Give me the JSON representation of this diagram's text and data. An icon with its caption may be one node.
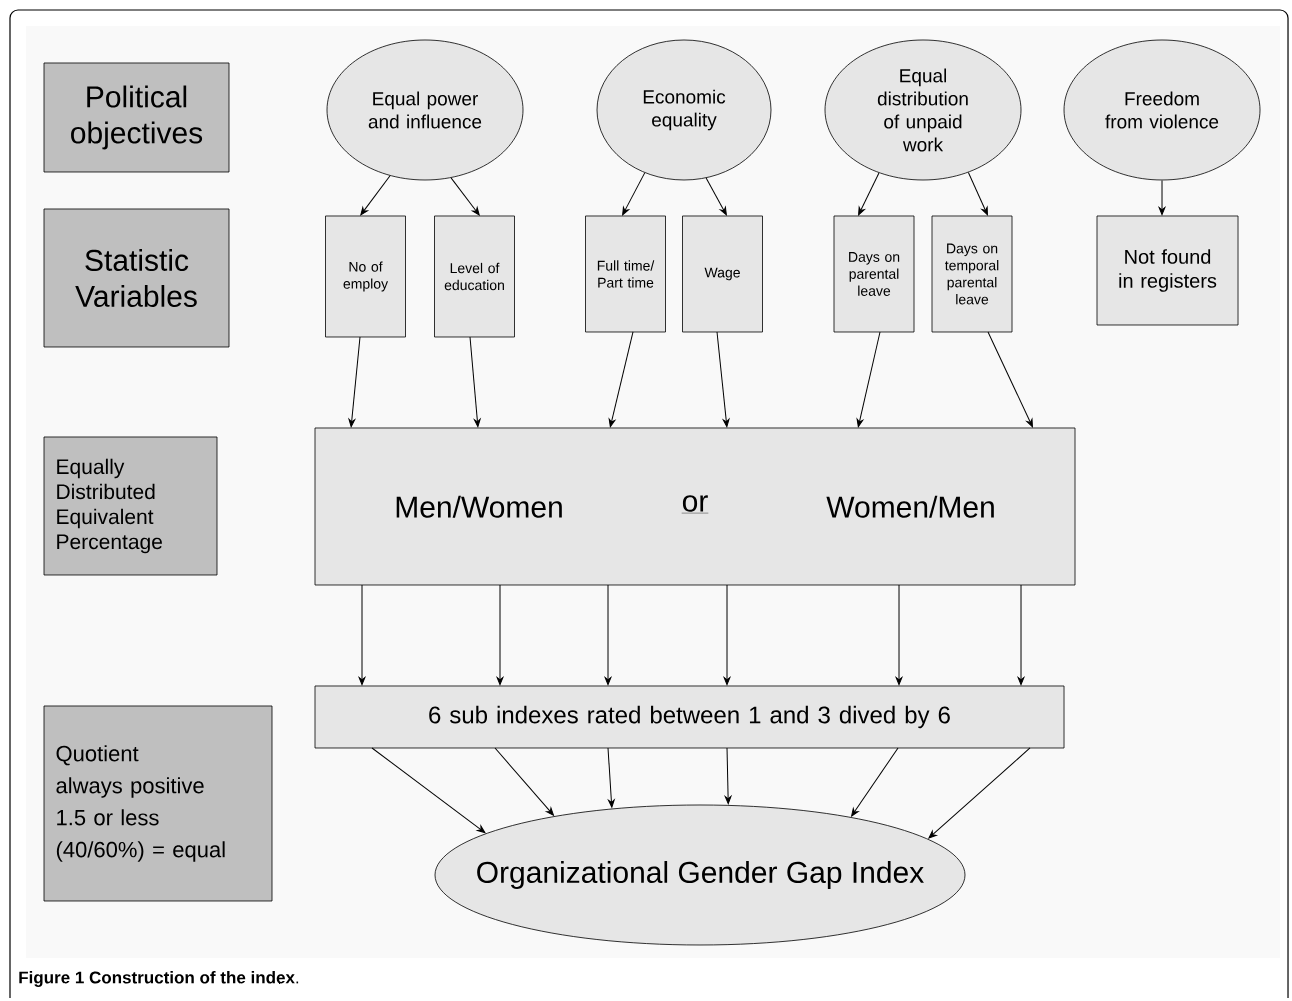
{
  "diagram": {
    "caption": "**Figure 1 Construction of the index**.",
    "nodes": [
      {
        "text": [
          "Political objectives"
        ]
      },
      {
        "text": [
          "Statistic Variables"
        ]
      },
      {
        "text": [
          "Equally Distributed Equivalent Percentage"
        ]
      },
      {
        "text": [
          "Quotient",
          "always positive",
          "1.5 or less",
          "(40/60%) = equal"
        ]
      },
      {
        "text": [
          "Equal power and influence"
        ]
      },
      {
        "text": [
          "Economic equality"
        ]
      },
      {
        "text": [
          "Equal distribution of unpaid work"
        ]
      },
      {
        "text": [
          "Freedom from violence"
        ]
      },
      {
        "text": [
          "No of employ"
        ]
      },
      {
        "text": [
          "Level of education"
        ]
      },
      {
        "text": [
          "Full time/ Part time"
        ]
      },
      {
        "text": [
          "Wage"
        ]
      },
      {
        "text": [
          "Days on parental leave"
        ]
      },
      {
        "text": [
          "Days on temporal parental leave"
        ]
      },
      {
        "text": [
          "Not found in registers"
        ]
      },
      {
        "text": [
          "Men/Women",
          "or",
          "Women/Men"
        ]
      },
      {
        "text": [
          "6 sub indexes rated between 1 and 3 dived by 6"
        ]
      },
      {
        "text": [
          "Organizational Gender Gap Index"
        ]
      }
    ],
    "edges": [
      {
        "from": 4,
        "to": 8,
        "arrow": "to"
      },
      {
        "from": 4,
        "to": 9,
        "arrow": "to"
      },
      {
        "from": 5,
        "to": 10,
        "arrow": "to"
      },
      {
        "from": 5,
        "to": 11,
        "arrow": "to"
      },
      {
        "from": 6,
        "to": 12,
        "arrow": "to"
      },
      {
        "from": 6,
        "to": 13,
        "arrow": "to"
      },
      {
        "from": 7,
        "to": 14,
        "arrow": "to"
      },
      {
        "from": 8,
        "to": 15,
        "arrow": "to"
      },
      {
        "from": 9,
        "to": 15,
        "arrow": "to"
      },
      {
        "from": 10,
        "to": 15,
        "arrow": "to"
      },
      {
        "from": 11,
        "to": 15,
        "arrow": "to"
      },
      {
        "from": 12,
        "to": 15,
        "arrow": "to"
      },
      {
        "from": 13,
        "to": 15,
        "arrow": "to"
      },
      {
        "from": 15,
        "to": 16,
        "arrow": "to"
      },
      {
        "from": 15,
        "to": 16,
        "arrow": "to"
      },
      {
        "from": 15,
        "to": 16,
        "arrow": "to"
      },
      {
        "from": 15,
        "to": 16,
        "arrow": "to"
      },
      {
        "from": 15,
        "to": 16,
        "arrow": "to"
      },
      {
        "from": 15,
        "to": 16,
        "arrow": "to"
      },
      {
        "from": 16,
        "to": 17,
        "arrow": "to"
      },
      {
        "from": 16,
        "to": 17,
        "arrow": "to"
      },
      {
        "from": 16,
        "to": 17,
        "arrow": "to"
      },
      {
        "from": 16,
        "to": 17,
        "arrow": "to"
      },
      {
        "from": 16,
        "to": 17,
        "arrow": "to"
      },
      {
        "from": 16,
        "to": 17,
        "arrow": "to"
      }
    ]
  }
}
